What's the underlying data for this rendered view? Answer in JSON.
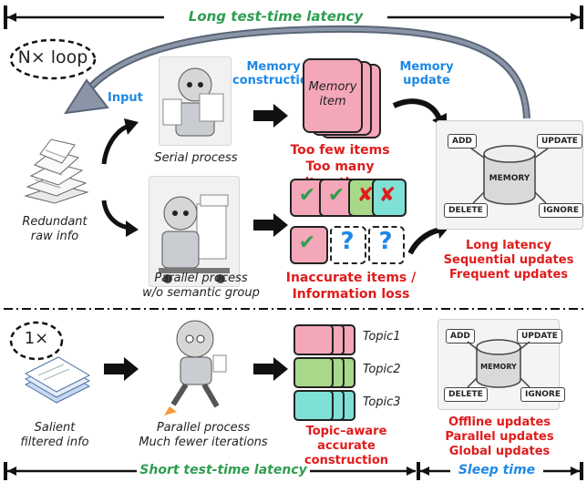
{
  "top_banner": {
    "label": "Long test-time latency"
  },
  "loops": {
    "top": "N× loop",
    "bottom": "1×"
  },
  "arrows": {
    "input": "Input",
    "memory_construction": "Memory\nconstruction",
    "memory_update": "Memory\nupdate"
  },
  "top_section": {
    "raw_info_caption": "Redundant\nraw info",
    "serial_caption": "Serial process",
    "parallel_caption": "Parallel process\nw/o semantic group",
    "memory_item_label": "Memory\nitem",
    "serial_issue": "Too few items\nToo many iterations",
    "parallel_issue": "Inaccurate items /\nInformation loss",
    "grid_symbols": [
      "✔",
      "✔",
      "✘",
      "✘",
      "✔",
      "?",
      "?"
    ],
    "memory_box": {
      "center": "MEMORY",
      "add": "ADD",
      "update": "UPDATE",
      "delete": "DELETE",
      "ignore": "IGNORE"
    },
    "latency_notes": "Long latency\nSequential updates\nFrequent updates"
  },
  "bottom_section": {
    "salient_caption": "Salient\nfiltered info",
    "parallel_caption": "Parallel process\nMuch fewer iterations",
    "topics": [
      "Topic1",
      "Topic2",
      "Topic3"
    ],
    "topic_colors": [
      "#f4a7b9",
      "#a8d98a",
      "#7fe0d6"
    ],
    "construction_note": "Topic–aware\naccurate construction",
    "memory_box": {
      "center": "MEMORY",
      "add": "ADD",
      "update": "UPDATE",
      "delete": "DELETE",
      "ignore": "IGNORE"
    },
    "offline_notes": "Offline updates\nParallel updates\nGlobal updates"
  },
  "bottom_banner": {
    "short_label": "Short test-time latency",
    "sleep_label": "Sleep time"
  },
  "colors": {
    "green": "#2e9e4f",
    "blue": "#1e88e5",
    "red": "#e01b1b",
    "pink": "#f4a7b9",
    "mint": "#7fe0d6",
    "lime": "#a8d98a"
  }
}
